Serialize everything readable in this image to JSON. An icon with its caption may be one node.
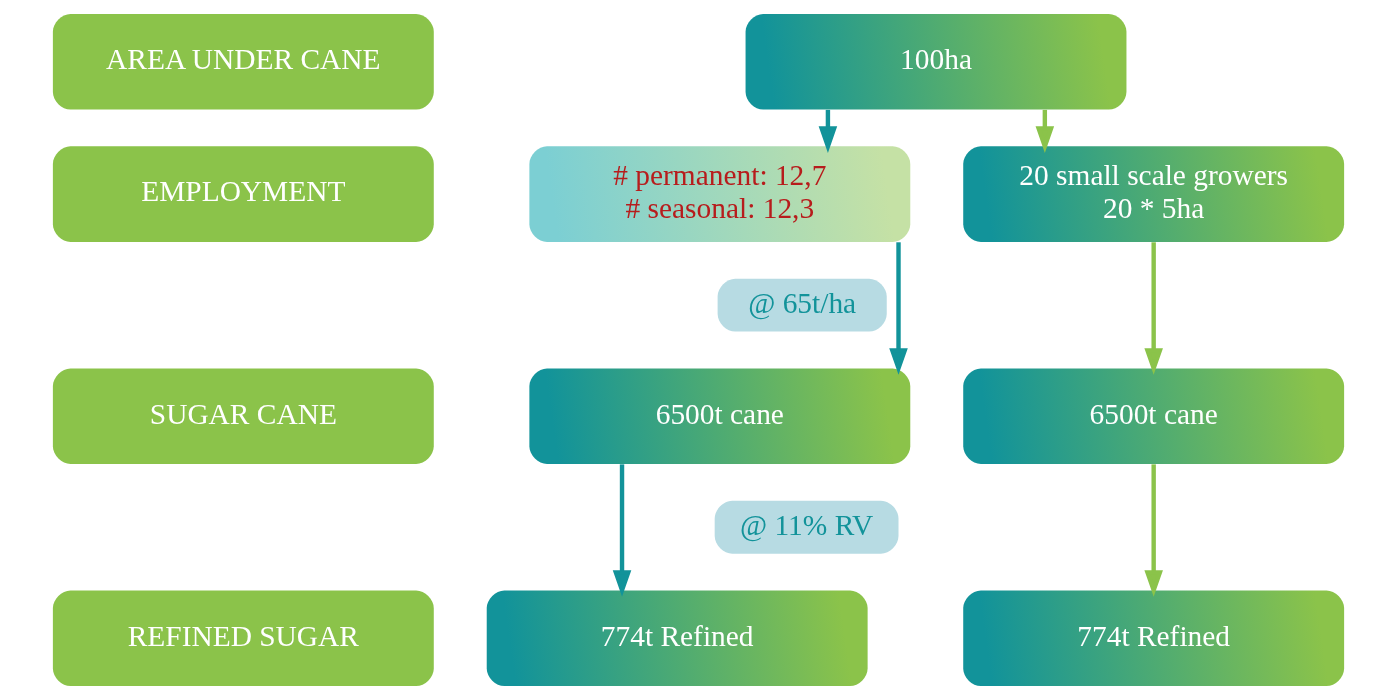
{
  "diagram": {
    "nodes": [
      {
        "text": [
          "AREA UNDER CANE"
        ]
      },
      {
        "text": [
          "100ha"
        ]
      },
      {
        "text": [
          "EMPLOYMENT"
        ]
      },
      {
        "text": [
          "# permanent: 12,7",
          "# seasonal: 12,3"
        ]
      },
      {
        "text": [
          "20 small scale growers",
          "20 * 5ha"
        ]
      },
      {
        "text": [
          "SUGAR CANE"
        ]
      },
      {
        "text": [
          "6500t cane"
        ]
      },
      {
        "text": [
          "6500t cane"
        ]
      },
      {
        "text": [
          "REFINED SUGAR"
        ]
      },
      {
        "text": [
          "774t Refined"
        ]
      },
      {
        "text": [
          "774t Refined"
        ]
      }
    ],
    "edges": [
      {
        "from": 1,
        "to": 3,
        "arrow": "to",
        "color": "#12939a"
      },
      {
        "from": 1,
        "to": 4,
        "arrow": "to",
        "color": "#8bc34a"
      },
      {
        "from": 3,
        "to": 6,
        "arrow": "to",
        "color": "#12939a"
      },
      {
        "from": 4,
        "to": 7,
        "arrow": "to",
        "color": "#8bc34a"
      },
      {
        "from": 6,
        "to": 9,
        "arrow": "to",
        "color": "#12939a"
      },
      {
        "from": 7,
        "to": 10,
        "arrow": "to",
        "color": "#8bc34a"
      }
    ],
    "labels": [
      "@ 65t/ha",
      "@ 11% RV"
    ]
  }
}
